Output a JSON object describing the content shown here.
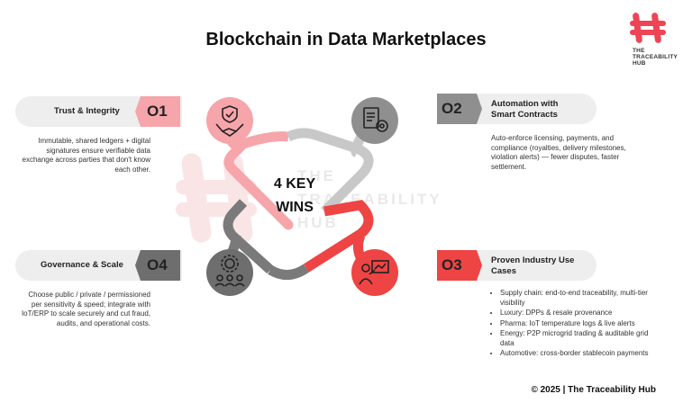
{
  "title": "Blockchain in Data Marketplaces",
  "logo": {
    "line1": "THE",
    "line2": "TRACEABILITY",
    "line3": "HUB"
  },
  "center": {
    "label_line1": "4 KEY",
    "label_line2": "WINS"
  },
  "watermark": {
    "line1": "THE",
    "line2": "TRACEABILITY",
    "line3": "HUB"
  },
  "colors": {
    "pink": "#f6a5ab",
    "pink_light": "#fbd3d6",
    "red": "#ee4444",
    "gray": "#8f8f8f",
    "gray_dark": "#6e6e6e",
    "pill_bg": "#eeeeee"
  },
  "wins": [
    {
      "number": "O1",
      "title": "Trust & Integrity",
      "icon": "handshake-shield-icon",
      "description": "Immutable, shared ledgers + digital signatures ensure verifiable data exchange across parties that don't know each other."
    },
    {
      "number": "O2",
      "title_line1": "Automation with",
      "title_line2": "Smart Contracts",
      "icon": "gear-document-icon",
      "description": "Auto-enforce licensing, payments, and compliance (royalties, delivery milestones, violation alerts) — fewer disputes, faster settlement."
    },
    {
      "number": "O4",
      "title": "Governance & Scale",
      "icon": "team-gear-icon",
      "description": "Choose public / private / permissioned per sensitivity & speed; integrate with IoT/ERP to scale securely and cut fraud, audits, and operational costs."
    },
    {
      "number": "O3",
      "title_line1": "Proven Industry Use",
      "title_line2": "Cases",
      "icon": "presenter-board-icon",
      "bullets": [
        "Supply chain: end-to-end traceability, multi-tier visibility",
        "Luxury: DPPs & resale provenance",
        "Pharma: IoT temperature logs & live alerts",
        "Energy: P2P microgrid trading & auditable grid data",
        "Automotive: cross-border stablecoin payments"
      ]
    }
  ],
  "copyright": "© 2025 | The Traceability Hub"
}
